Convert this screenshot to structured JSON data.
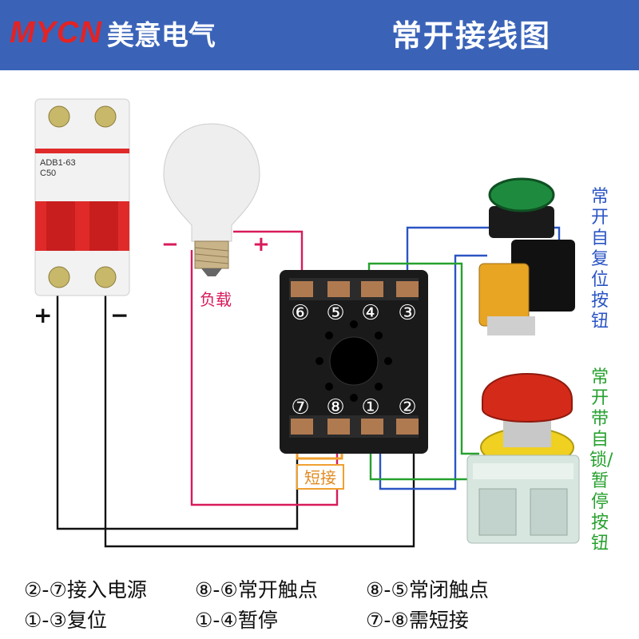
{
  "header": {
    "brand_latin": "MYCN",
    "brand_cn": "美意电气",
    "title": "常开接线图"
  },
  "breaker": {
    "model": "ADB1-63",
    "rating": "C50",
    "plus": "+",
    "minus": "−"
  },
  "load": {
    "minus": "−",
    "plus": "+",
    "label": "负载"
  },
  "relay_base": {
    "top_terminals": [
      "⑥",
      "⑤",
      "④",
      "③"
    ],
    "bottom_terminals": [
      "⑦",
      "⑧",
      "①",
      "②"
    ],
    "short_label": "短接"
  },
  "side_labels": {
    "pushbutton": "常开自复位按钮",
    "estop": "常开带自锁/暂停按钮"
  },
  "legend": [
    [
      "②-⑦接入电源",
      "⑧-⑥常开触点",
      "⑧-⑤常闭触点"
    ],
    [
      "①-③复位",
      "①-④暂停",
      "⑦-⑧需短接"
    ]
  ],
  "colors": {
    "header_bg": "#3a63b8",
    "brand_red": "#e32324",
    "wire_red": "#d81b5b",
    "wire_black": "#111111",
    "wire_blue": "#2b55c4",
    "wire_green": "#27a12f",
    "short_orange": "#f0a030",
    "breaker_red": "#e02a2a",
    "button_green": "#1e8a3e",
    "estop_red": "#d42a1a"
  },
  "icons": [
    "breaker-icon",
    "bulb-icon",
    "relay-base-icon",
    "push-button-icon",
    "emergency-stop-icon"
  ]
}
